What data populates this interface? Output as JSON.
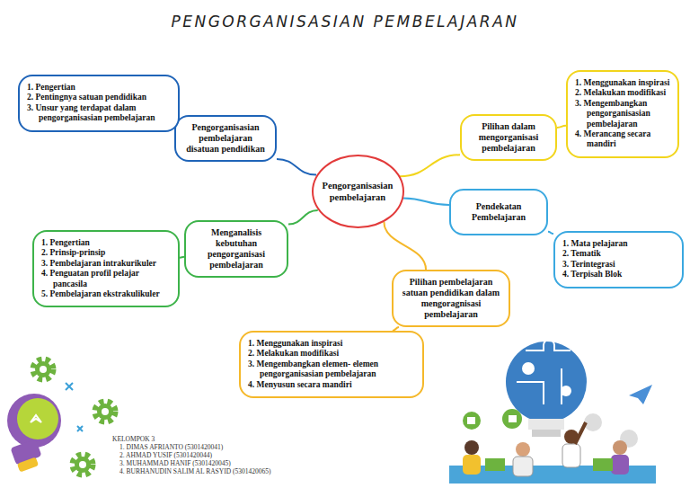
{
  "diagram": {
    "title": "PENGORGANISASIAN PEMBELAJARAN",
    "nodes": [
      {
        "text": [
          "Pengorganisasian pembelajaran"
        ]
      },
      {
        "text": [
          "Pengorganisasian pembelajaran disatuan pendidikan"
        ]
      },
      {
        "text": [
          "1. Pengertian",
          "2. Pentingnya satuan pendidikan",
          "3. Unsur yang terdapat dalam pengorganisasian pembelajaran"
        ]
      },
      {
        "text": [
          "Pilihan dalam mengorganisasi pembelajaran"
        ]
      },
      {
        "text": [
          "1. Menggunakan inspirasi",
          "2. Melakukan modifikasi",
          "3. Mengembangkan pengorganisasian pembelajaran",
          "4. Merancang secara mandiri"
        ]
      },
      {
        "text": [
          "Pendekatan Pembelajaran"
        ]
      },
      {
        "text": [
          "1. Mata pelajaran",
          "2. Tematik",
          "3. Terintegrasi",
          "4. Terpisah Blok"
        ]
      },
      {
        "text": [
          "Menganalisis kebutuhan pengorganisasi pembelajaran"
        ]
      },
      {
        "text": [
          "1. Pengertian",
          "2. Prinsip-prinsip",
          "3. Pembelajaran intrakurikuler",
          "4. Penguatan profil pelajar pancasila",
          "5. Pembelajaran ekstrakulikuler"
        ]
      },
      {
        "text": [
          "Pilihan pembelajaran satuan pendidikan dalam mengoragnisasi pembelajaran"
        ]
      },
      {
        "text": [
          "1. Menggunakan inspirasi",
          "2. Melakukan modifikasi",
          "3. Mengembangkan elemen- elemen pengorganisasian pembelajaran",
          "4. Menyusun secara mandiri"
        ]
      }
    ],
    "edges": [
      {
        "from": 0,
        "to": 1,
        "arrow": "none"
      },
      {
        "from": 1,
        "to": 2,
        "arrow": "none"
      },
      {
        "from": 0,
        "to": 3,
        "arrow": "none"
      },
      {
        "from": 3,
        "to": 4,
        "arrow": "none"
      },
      {
        "from": 0,
        "to": 5,
        "arrow": "none"
      },
      {
        "from": 5,
        "to": 6,
        "arrow": "none"
      },
      {
        "from": 0,
        "to": 7,
        "arrow": "none"
      },
      {
        "from": 7,
        "to": 8,
        "arrow": "none"
      },
      {
        "from": 0,
        "to": 9,
        "arrow": "none"
      },
      {
        "from": 9,
        "to": 10,
        "arrow": "none"
      }
    ],
    "labels": [
      "KELOMPOK 3",
      "1.  DIMAS AFRIANTO (5301420041)",
      "2.  AHMAD YUSIF (5301420044)",
      "3.  MUHAMMAD HANIF (5301420045)",
      "4.  BURHANUDIN SALIM AL RASYID (5301420065)"
    ]
  }
}
